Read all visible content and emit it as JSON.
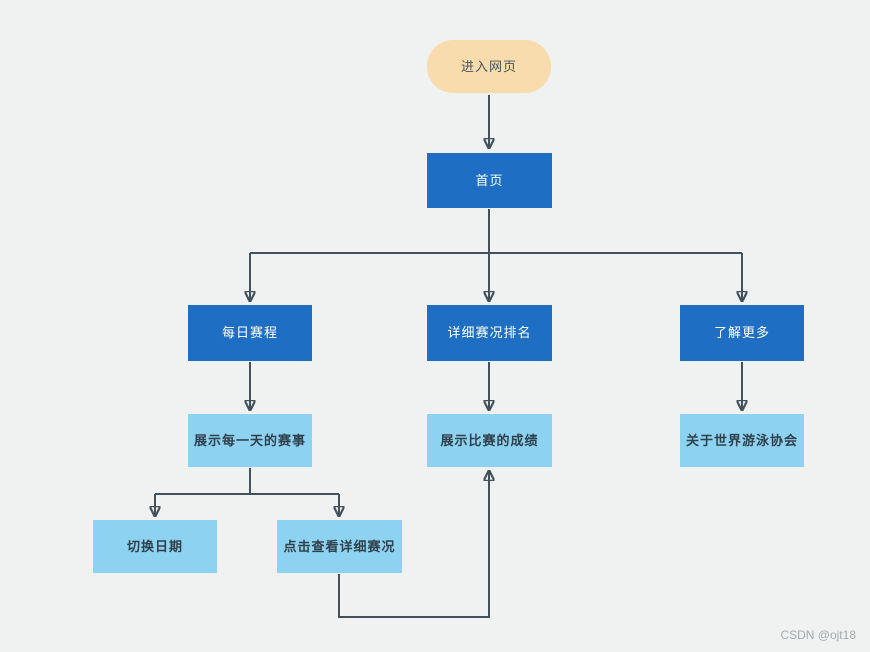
{
  "diagram": {
    "title": "website navigation flowchart",
    "colors": {
      "bg": "#f0f2f2",
      "terminal_fill": "#f8dcae",
      "terminal_text": "#4a5358",
      "primary_fill": "#1e6fc4",
      "primary_text": "#ffffff",
      "secondary_fill": "#8dd2f1",
      "secondary_text": "#30414b",
      "connector": "#42525c",
      "watermark": "#a3a9ad"
    },
    "nodes": {
      "enter": {
        "label": "进入网页",
        "type": "terminal"
      },
      "home": {
        "label": "首页",
        "type": "primary"
      },
      "daily": {
        "label": "每日赛程",
        "type": "primary"
      },
      "rankings": {
        "label": "详细赛况排名",
        "type": "primary"
      },
      "more": {
        "label": "了解更多",
        "type": "primary"
      },
      "show_daily": {
        "label": "展示每一天的赛事",
        "type": "secondary"
      },
      "show_results": {
        "label": "展示比赛的成绩",
        "type": "secondary"
      },
      "about": {
        "label": "关于世界游泳协会",
        "type": "secondary"
      },
      "switch_date": {
        "label": "切换日期",
        "type": "secondary"
      },
      "view_details": {
        "label": "点击查看详细赛况",
        "type": "secondary"
      }
    },
    "edges": [
      "enter -> home",
      "home -> daily",
      "home -> rankings",
      "home -> more",
      "daily -> show_daily",
      "rankings -> show_results",
      "more -> about",
      "show_daily -> switch_date",
      "show_daily -> view_details",
      "view_details -> show_results"
    ],
    "watermark": "CSDN @ojt18"
  }
}
